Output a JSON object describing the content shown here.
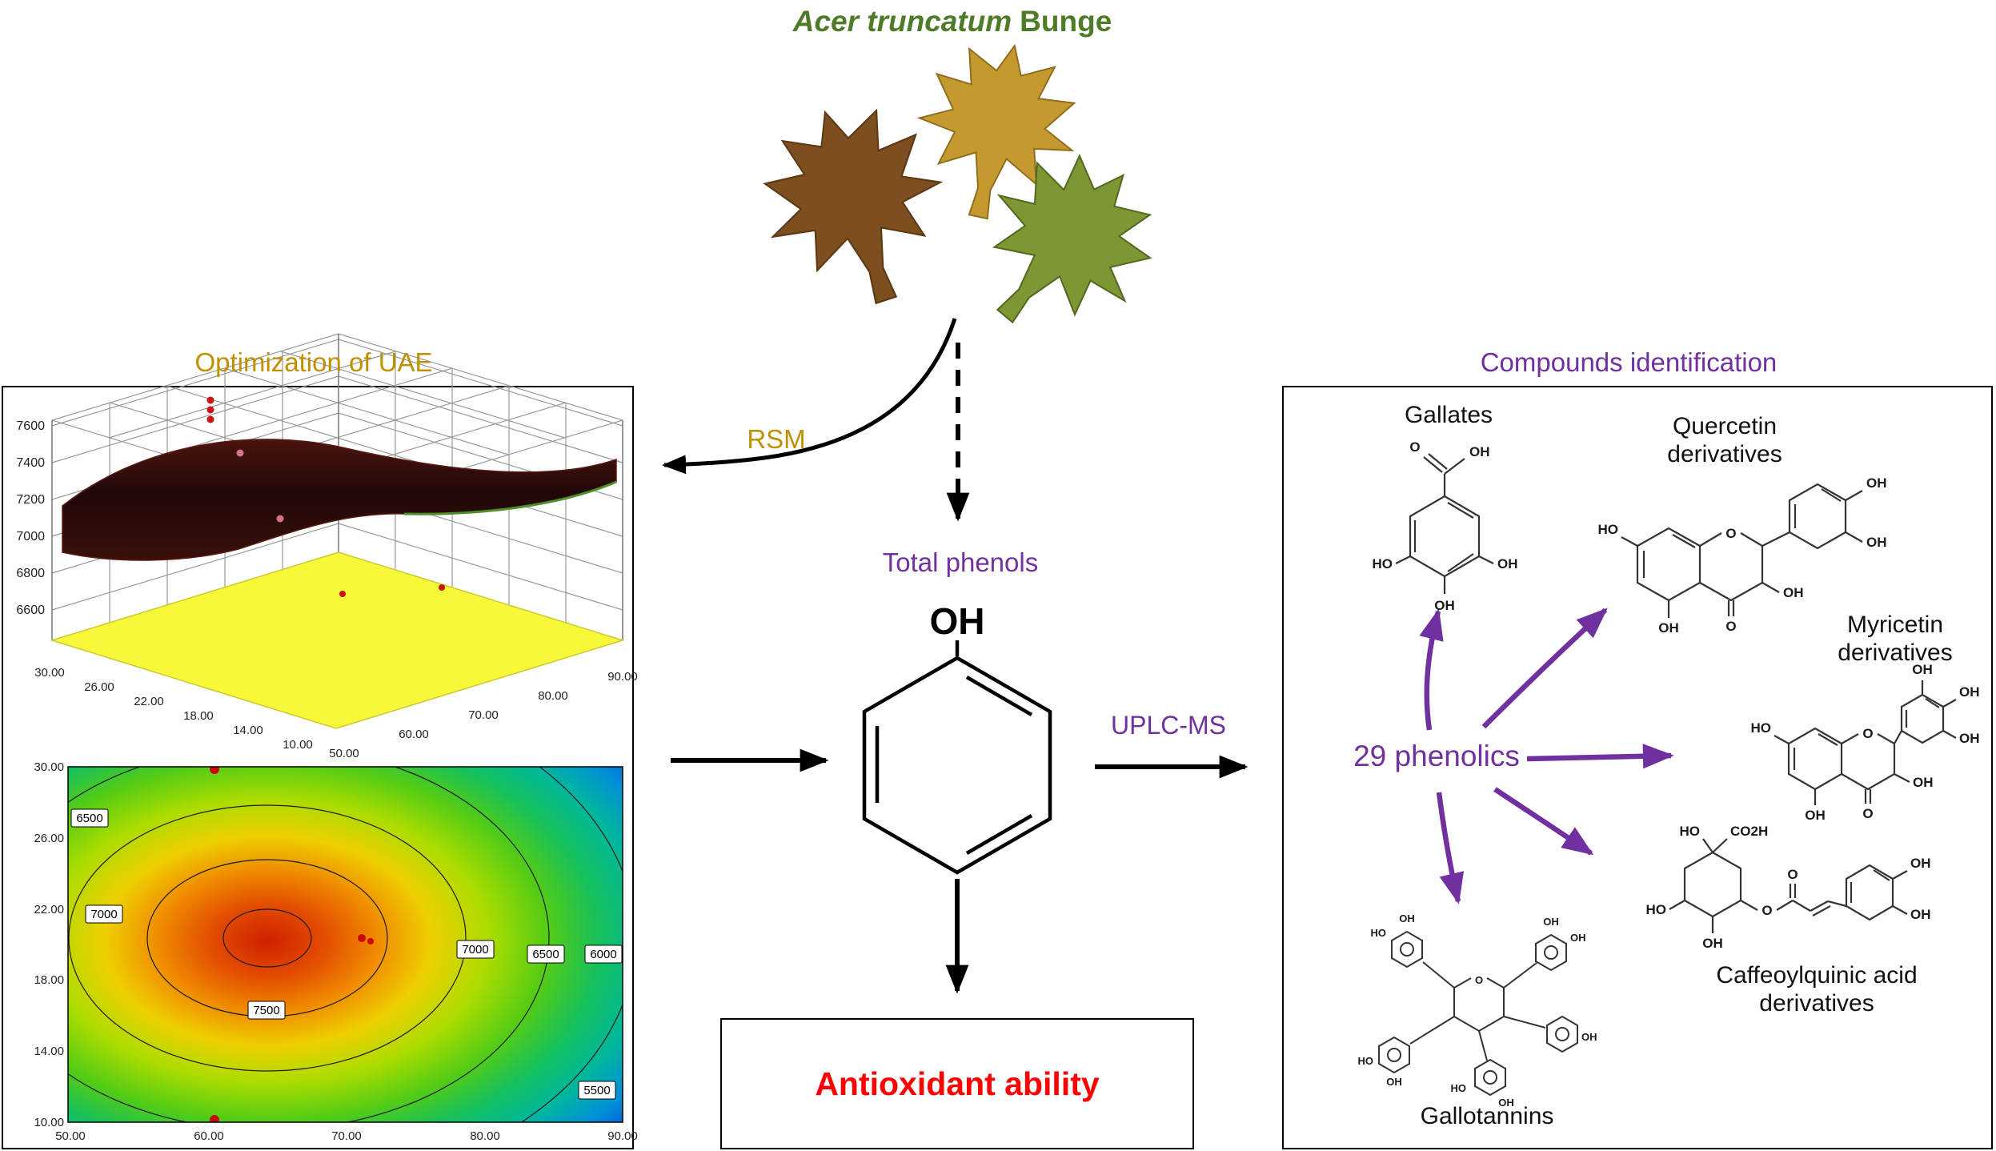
{
  "title": {
    "italic": "Acer truncatum",
    "normal": "Bunge"
  },
  "colors": {
    "title_green": "#4e7b28",
    "gold": "#bf9000",
    "purple": "#7030a0",
    "red": "#ff0000"
  },
  "left_panel": {
    "heading": "Optimization of UAE",
    "surface_plot": {
      "z_ticks": [
        "7600",
        "7400",
        "7200",
        "7000",
        "6800",
        "6600"
      ],
      "x_ticks": [
        "30.00",
        "26.00",
        "22.00",
        "18.00",
        "14.00",
        "10.00"
      ],
      "y_ticks": [
        "50.00",
        "60.00",
        "70.00",
        "80.00",
        "90.00"
      ]
    },
    "contour_plot": {
      "y_ticks": [
        "30.00",
        "26.00",
        "22.00",
        "18.00",
        "14.00",
        "10.00"
      ],
      "x_ticks": [
        "50.00",
        "60.00",
        "70.00",
        "80.00",
        "90.00"
      ],
      "labels": [
        "6500",
        "7000",
        "7500",
        "7000",
        "6500",
        "6000",
        "5500"
      ]
    }
  },
  "flow": {
    "rsm": "RSM",
    "total_phenols": "Total phenols",
    "phenol_oh": "OH",
    "uplc_ms": "UPLC-MS",
    "antioxidant": "Antioxidant ability"
  },
  "right_panel": {
    "heading": "Compounds identification",
    "center_label": "29 phenolics",
    "gallates": {
      "label": "Gallates",
      "atoms": [
        "O",
        "OH",
        "HO",
        "OH",
        "OH"
      ]
    },
    "quercetin": {
      "line1": "Quercetin",
      "line2": "derivatives",
      "atoms": [
        "HO",
        "O",
        "OH",
        "OH",
        "OH",
        "O",
        "OH"
      ]
    },
    "myricetin": {
      "line1": "Myricetin",
      "line2": "derivatives",
      "atoms": [
        "HO",
        "O",
        "OH",
        "OH",
        "OH",
        "OH",
        "O",
        "OH"
      ]
    },
    "caffeoylquinic": {
      "line1": "Caffeoylquinic acid",
      "line2": "derivatives",
      "atoms": [
        "HO",
        "CO2H",
        "HO",
        "OH",
        "O",
        "O",
        "OH",
        "OH"
      ]
    },
    "gallotannins": {
      "label": "Gallotannins",
      "atoms": [
        "O",
        "HO",
        "OH",
        "OH",
        "OH",
        "OH",
        "OH",
        "HO",
        "HO",
        "OH"
      ]
    }
  }
}
